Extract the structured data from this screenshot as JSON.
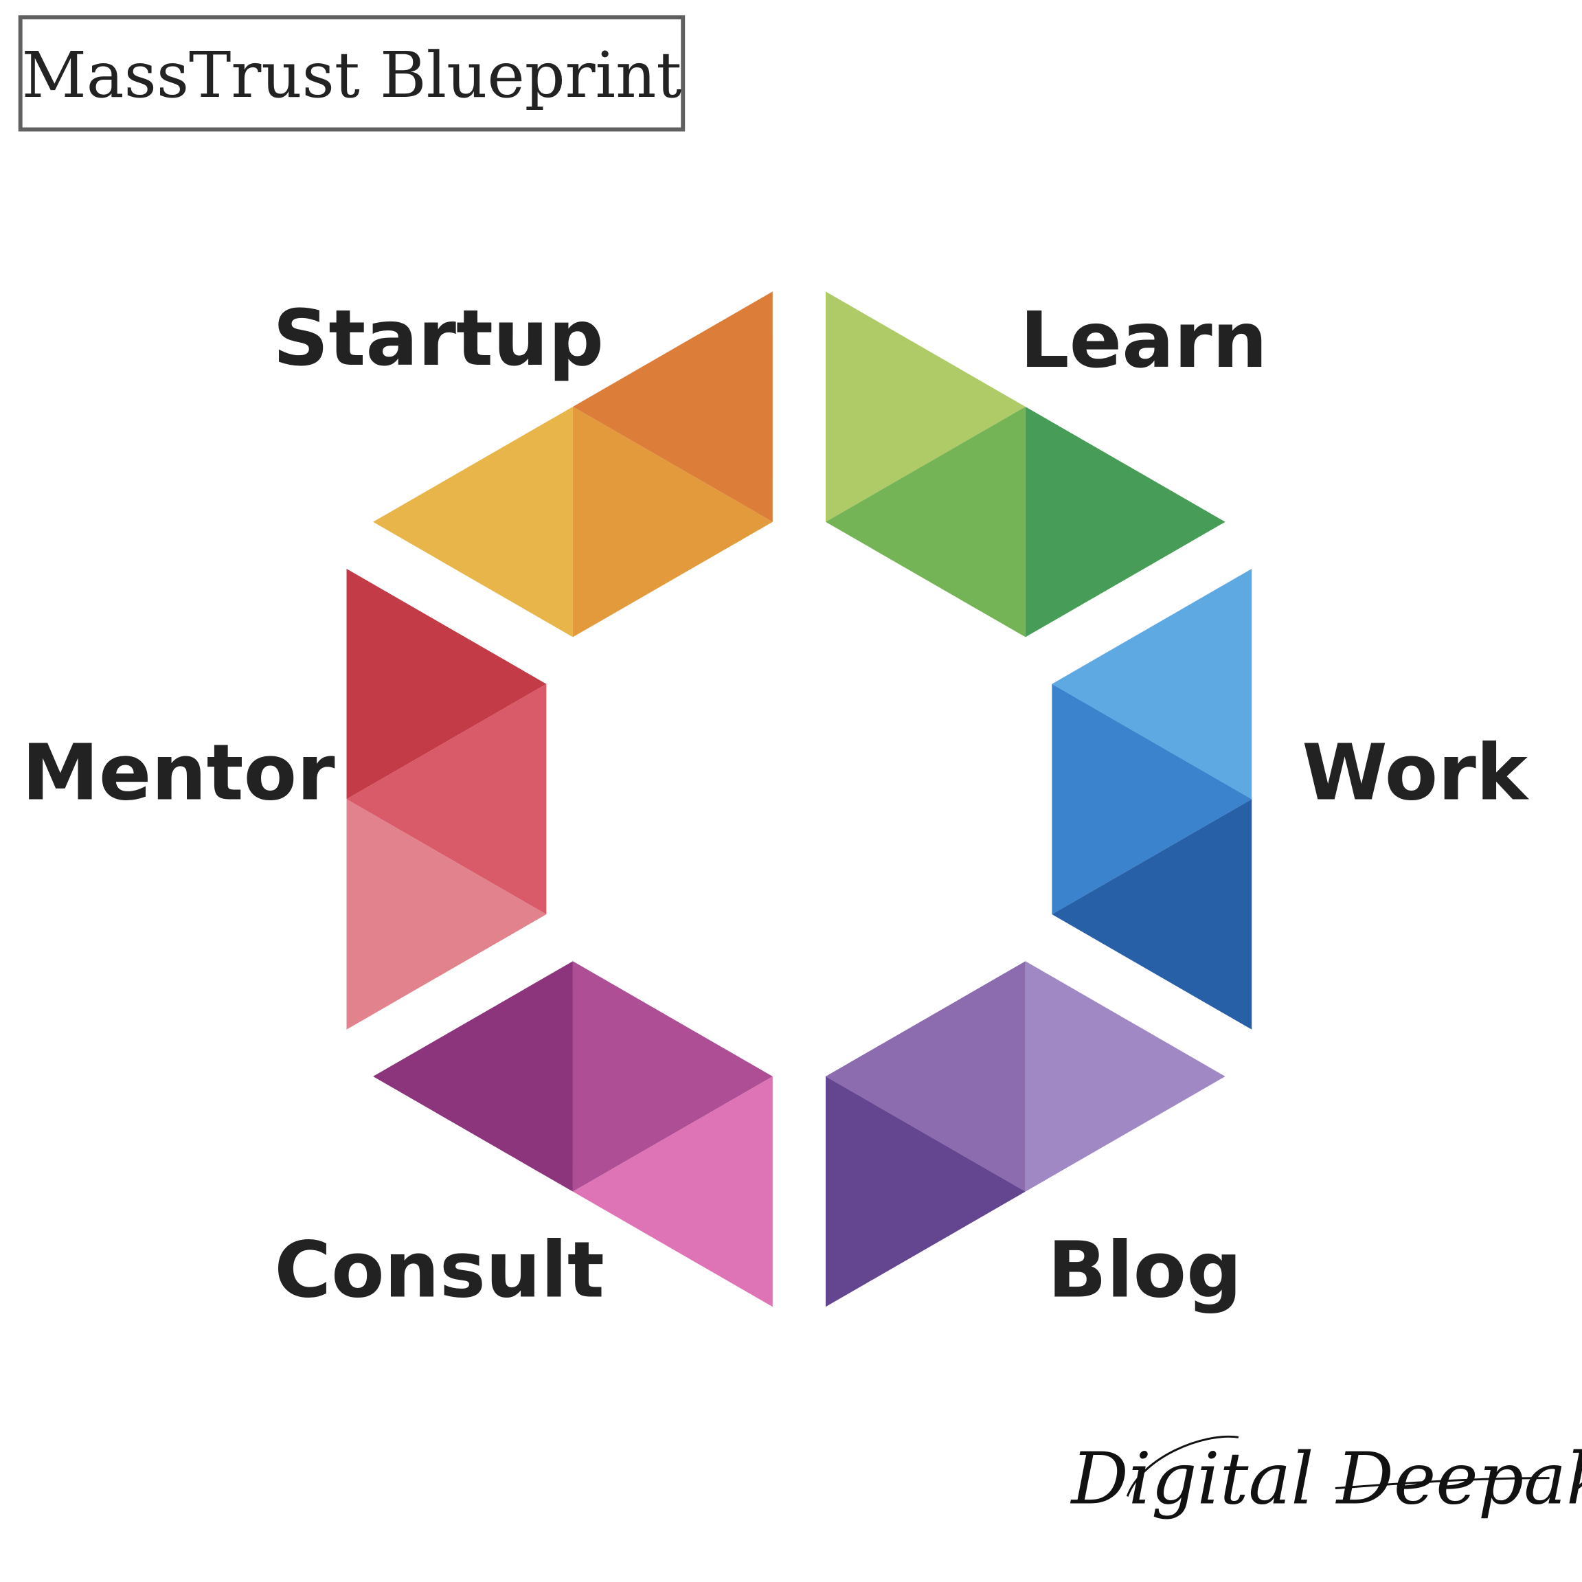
{
  "title": "MassTrust Blueprint",
  "signature": "Digital Deepak",
  "segments": [
    {
      "label": "Startup",
      "colors": [
        "#DC7E3A",
        "#E8B54A",
        "#E39A3C"
      ]
    },
    {
      "label": "Learn",
      "colors": [
        "#AFCB67",
        "#74B457",
        "#479C57"
      ]
    },
    {
      "label": "Work",
      "colors": [
        "#5FA9E2",
        "#3B84CD",
        "#2860A8"
      ]
    },
    {
      "label": "Blog",
      "colors": [
        "#8C6BAE",
        "#9F88C3",
        "#634590"
      ]
    },
    {
      "label": "Consult",
      "colors": [
        "#8C347C",
        "#AE4E94",
        "#DE74B5"
      ]
    },
    {
      "label": "Mentor",
      "colors": [
        "#C43B48",
        "#D95A68",
        "#E1828C"
      ]
    }
  ]
}
